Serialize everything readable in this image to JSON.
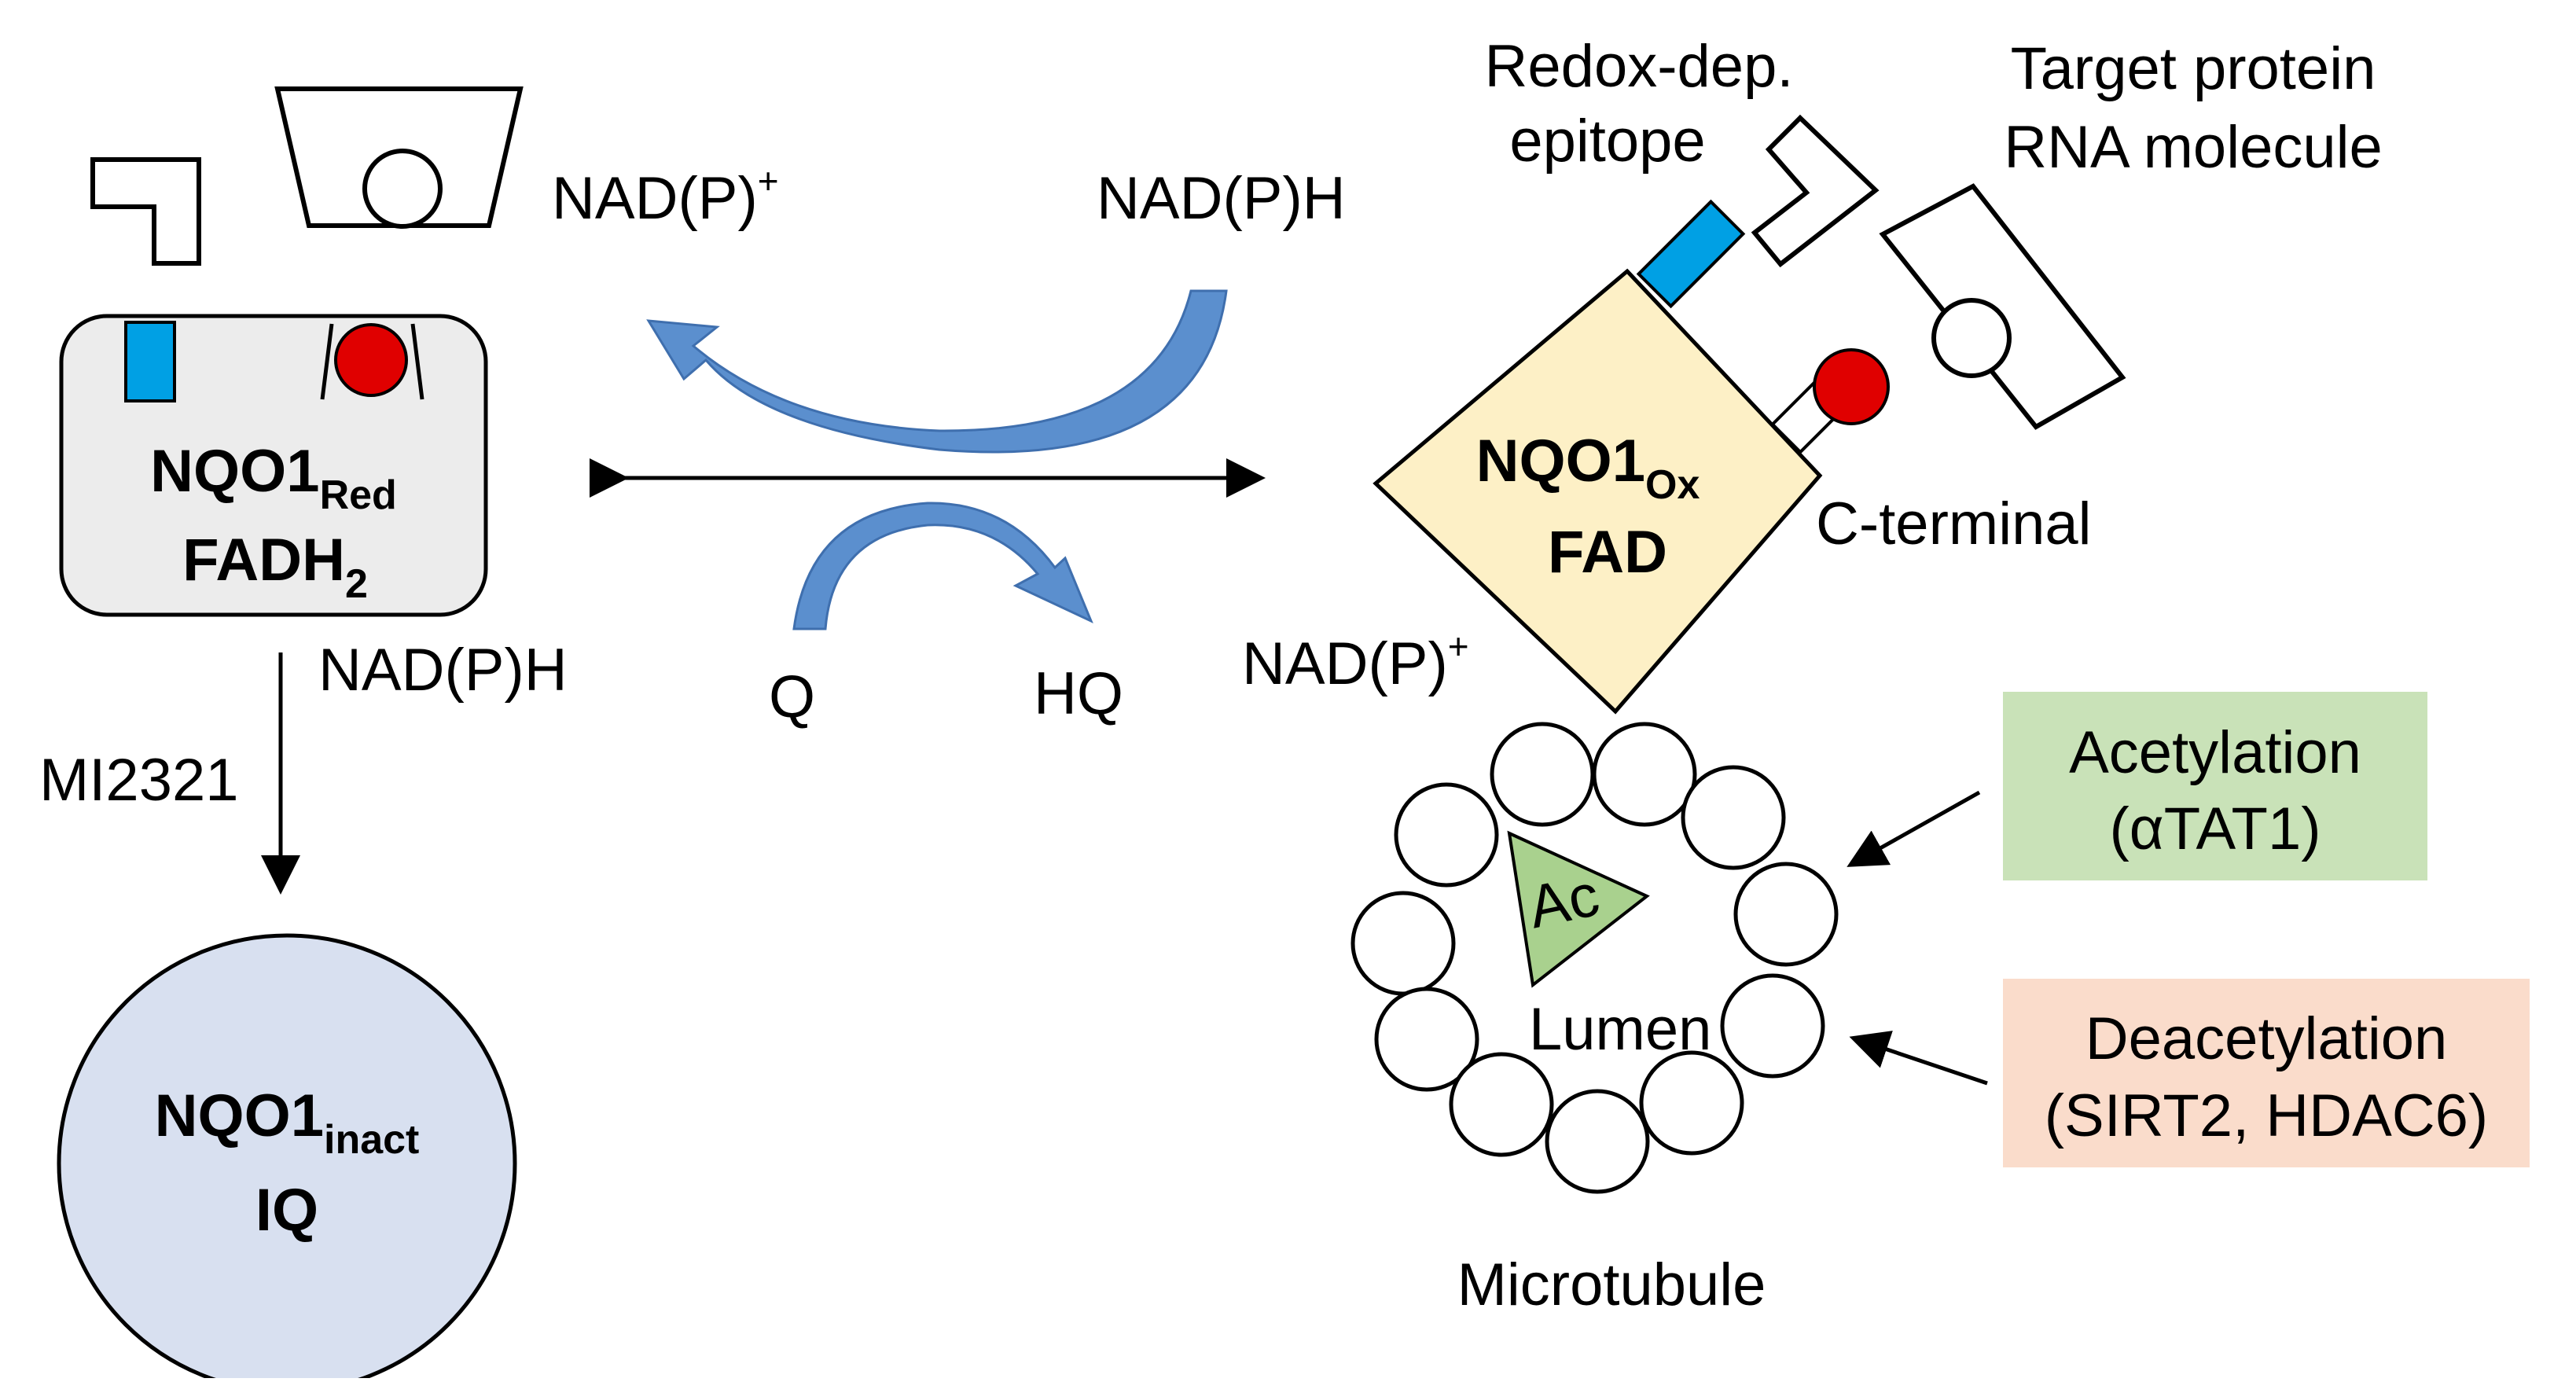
{
  "colors": {
    "nqo1_red_fill": "#ececec",
    "nqo1_ox_fill": "#fdf0c6",
    "nqo1_inact_fill": "#d8e0f0",
    "blue_marker": "#00a0e4",
    "red_marker": "#e00000",
    "curved_arrow": "#5b8fce",
    "acetylation_box": "#c9e2b8",
    "deacetylation_box": "#fadccb",
    "ac_triangle": "#a9d18e"
  },
  "icons": [
    "l-shape-ligand-icon",
    "trapezoid-ligand-icon",
    "chevron-epitope-icon",
    "parallelogram-target-icon"
  ],
  "nodes": {
    "nqo1_red": {
      "main": "NQO1",
      "sub": "Red",
      "line2": "FADH",
      "line2_sub": "2"
    },
    "nqo1_ox": {
      "main": "NQO1",
      "sub": "Ox",
      "line2": "FAD"
    },
    "nqo1_inact": {
      "main": "NQO1",
      "sub": "inact",
      "line2": "IQ"
    }
  },
  "labels": {
    "nadp_plus_top": "NAD(P)",
    "nadp_plus_sup": "+",
    "nadph_top": "NAD(P)H",
    "nadph_left": "NAD(P)H",
    "nadp_plus_right": "NAD(P)",
    "nadp_plus_right_sup": "+",
    "q": "Q",
    "hq": "HQ",
    "mi2321": "MI2321",
    "redox_line1": "Redox-dep.",
    "redox_line2": "epitope",
    "target_line1": "Target protein",
    "target_line2": "RNA molecule",
    "c_terminal": "C-terminal",
    "ac": "Ac",
    "lumen": "Lumen",
    "microtubule": "Microtubule"
  },
  "boxes": {
    "acetylation": {
      "line1": "Acetylation",
      "line2": "(αTAT1)"
    },
    "deacetylation": {
      "line1": "Deacetylation",
      "line2": "(SIRT2, HDAC6)"
    }
  }
}
